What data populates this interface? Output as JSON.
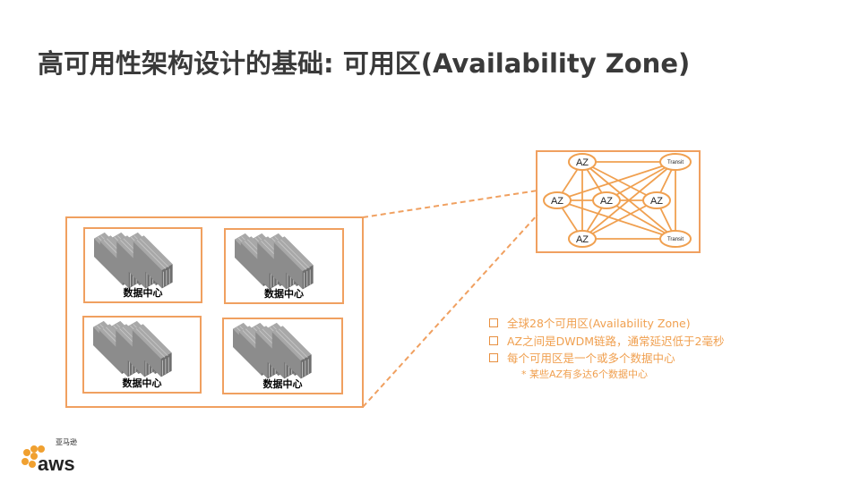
{
  "title": "高可用性架构设计的基础: 可用区(Availability Zone)",
  "datacenters": [
    {
      "label": "数据中心"
    },
    {
      "label": "数据中心"
    },
    {
      "label": "数据中心"
    },
    {
      "label": "数据中心"
    }
  ],
  "network": {
    "nodes": [
      "AZ",
      "Transit",
      "AZ",
      "AZ",
      "AZ",
      "AZ",
      "Transit"
    ]
  },
  "bullets": [
    "全球28个可用区(Availability Zone)",
    "AZ之间是DWDM链路，通常延迟低于2毫秒",
    "每个可用区是一个或多个数据中心"
  ],
  "sub_bullet": "某些AZ有多达6个数据中心",
  "logo": {
    "text": "aws",
    "cn": "亚马逊"
  },
  "colors": {
    "accent": "#f0a060",
    "text": "#3a3a3a"
  }
}
